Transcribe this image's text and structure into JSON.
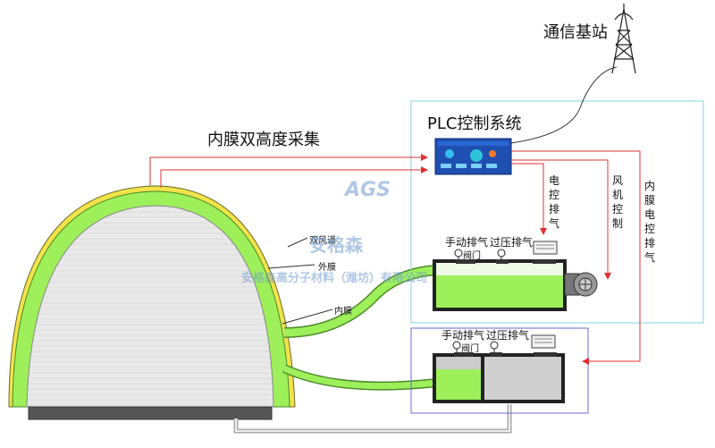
{
  "labels": {
    "base_station": "通信基站",
    "plc_system": "PLC控制系统",
    "collection": "内膜双高度采集",
    "dual_air_channel": "双风道",
    "outer_film": "外膜",
    "inner_film": "内膜",
    "manual_exhaust_1": "手动排气",
    "manual_valve_1": "阀门",
    "overpressure_exhaust_1": "过压排气",
    "manual_exhaust_2": "手动排气",
    "manual_valve_2": "阀门",
    "overpressure_exhaust_2": "过压排气",
    "electric_exhaust_control": "电控排气",
    "fan_control": "风机控制",
    "inner_film_electric_exhaust": "内膜电控排气"
  },
  "watermark": {
    "logo": "AGS",
    "brand": "安格森",
    "company": "安格森高分子材料（潍坊）有限公司"
  },
  "colors": {
    "green_film": "#9ef05a",
    "yellow_film": "#f2e34a",
    "dome_grey": "#e6e6e6",
    "signal_red": "#e03030",
    "plc_box_border": "#7fd6e0",
    "lower_box_border": "#6a6ad0",
    "screen_blue": "#1f4fb0"
  }
}
